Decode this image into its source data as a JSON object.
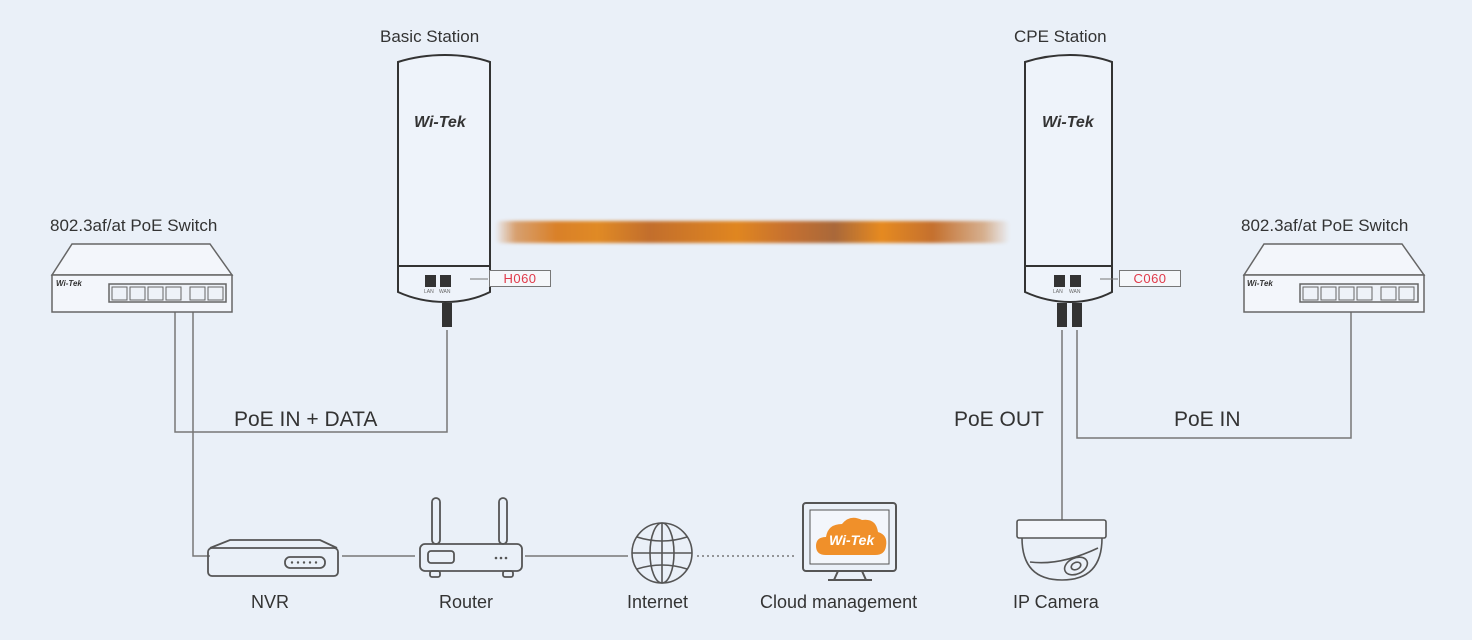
{
  "diagram": {
    "devices": {
      "basic_station": {
        "title": "Basic Station",
        "model_tag": "H060",
        "brand": "Wi-Tek",
        "ports": [
          "LAN",
          "WAN"
        ]
      },
      "cpe_station": {
        "title": "CPE Station",
        "model_tag": "C060",
        "brand": "Wi-Tek",
        "ports": [
          "LAN",
          "WAN"
        ]
      },
      "left_switch": {
        "title": "802.3af/at PoE Switch",
        "brand": "Wi-Tek"
      },
      "right_switch": {
        "title": "802.3af/at PoE Switch",
        "brand": "Wi-Tek"
      },
      "nvr": {
        "label": "NVR"
      },
      "router": {
        "label": "Router"
      },
      "internet": {
        "label": "Internet"
      },
      "cloud": {
        "label": "Cloud management",
        "brand": "Wi-Tek"
      },
      "camera": {
        "label": "IP Camera"
      }
    },
    "connections": {
      "left_poe_in_data": "PoE IN + DATA",
      "cpe_poe_out": "PoE OUT",
      "cpe_poe_in": "PoE IN"
    },
    "colors": {
      "background": "#eaf0f8",
      "line": "#777777",
      "beam": "#e08a25",
      "tag_text": "#e03a4a",
      "cloud": "#f0902a"
    }
  }
}
